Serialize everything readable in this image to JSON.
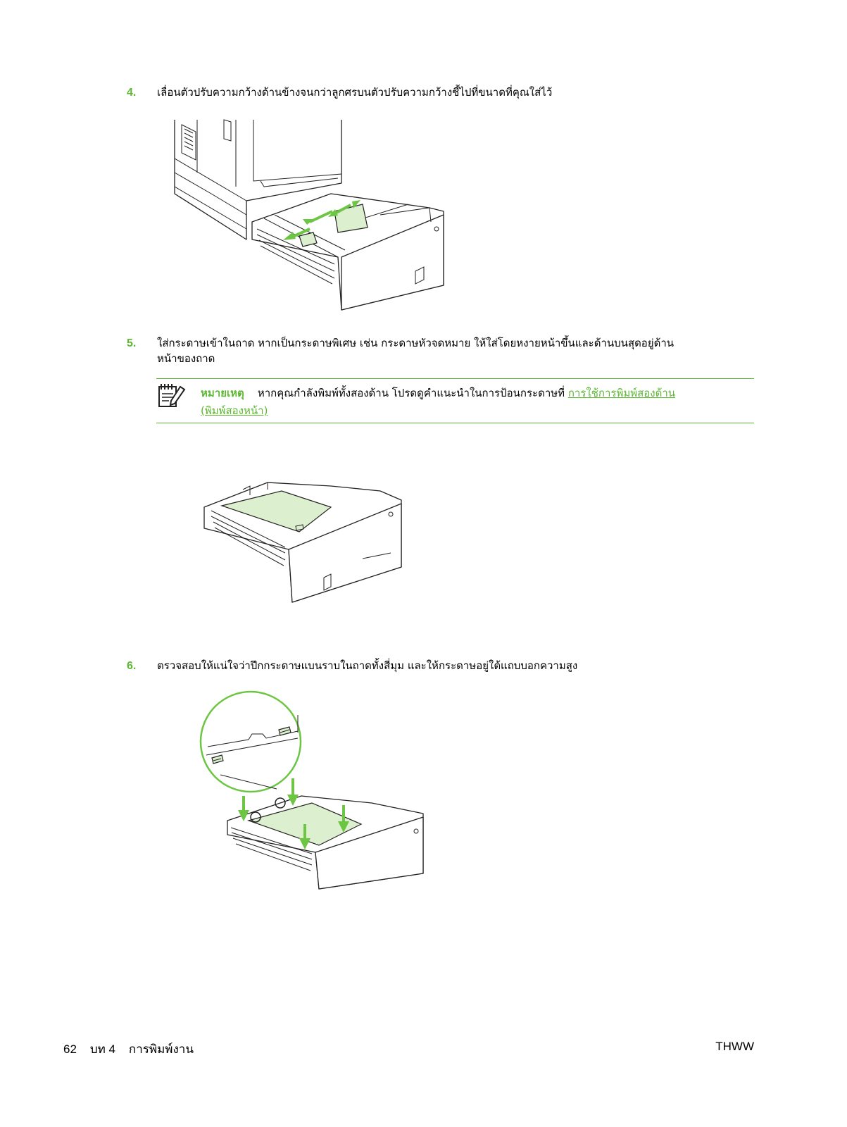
{
  "steps": [
    {
      "number": "4.",
      "text": "เลื่อนตัวปรับความกว้างด้านข้างจนกว่าลูกศรบนตัวปรับความกว้างชี้ไปที่ขนาดที่คุณใส่ไว้"
    },
    {
      "number": "5.",
      "line1": "ใส่กระดาษเข้าในถาด หากเป็นกระดาษพิเศษ เช่น กระดาษหัวจดหมาย ให้ใส่โดยหงายหน้าขึ้นและด้านบนสุดอยู่ด้าน",
      "line2": "หน้าของถาด"
    },
    {
      "number": "6.",
      "text": "ตรวจสอบให้แน่ใจว่าปึกกระดาษแบนราบในถาดทั้งสี่มุม และให้กระดาษอยู่ใต้แถบบอกความสูง"
    }
  ],
  "note": {
    "label": "หมายเหตุ",
    "text": "หากคุณกำลังพิมพ์ทั้งสองด้าน โปรดดูคำแนะนำในการป้อนกระดาษที่",
    "link_line1": "การใช้การพิมพ์สองด้าน",
    "link_line2": "(พิมพ์สองหน้า)",
    "icon": "note-pad-icon"
  },
  "figures": [
    {
      "name": "tray-width-guides-figure",
      "icon": "tray-guide-arrows"
    },
    {
      "name": "tray-paper-loaded-figure"
    },
    {
      "name": "tray-paper-flat-figure",
      "icon": "down-arrows"
    }
  ],
  "footer": {
    "page_number": "62",
    "chapter": "บท 4",
    "chapter_title": "การพิมพ์งาน",
    "locale": "THWW"
  },
  "colors": {
    "accent": "#5db733",
    "paper_fill": "#dcefcf"
  }
}
